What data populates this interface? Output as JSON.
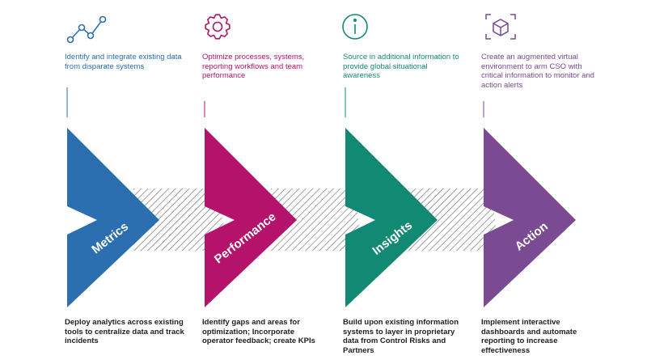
{
  "colors": {
    "metrics": "#2c6fb0",
    "performance": "#b5136b",
    "insights": "#128a73",
    "action": "#7a4a93",
    "hatch": "#6e6e6e",
    "bottom_text": "#222222"
  },
  "stages": [
    {
      "key": "metrics",
      "label": "Metrics",
      "icon": "line-graph-icon",
      "top_text": "Identify and integrate existing data from disparate systems",
      "bottom_text": "Deploy analytics across existing tools to centralize data and track incidents"
    },
    {
      "key": "performance",
      "label": "Performance",
      "icon": "gear-icon",
      "top_text": "Optimize processes, systems, reporting workflows and team performance",
      "bottom_text": "Identify gaps and areas for optimization; Incorporate operator feedback; create KPIs"
    },
    {
      "key": "insights",
      "label": "Insights",
      "icon": "info-icon",
      "top_text": "Source in additional information to provide global situational awareness",
      "bottom_text": "Build upon existing information systems to layer in proprietary data from Control Risks and Partners"
    },
    {
      "key": "action",
      "label": "Action",
      "icon": "cube-target-icon",
      "top_text": "Create an augmented virtual environment to arm CSO with critical information to monitor and action alerts",
      "bottom_text": "Implement interactive dashboards and automate reporting to increase effectiveness"
    }
  ]
}
